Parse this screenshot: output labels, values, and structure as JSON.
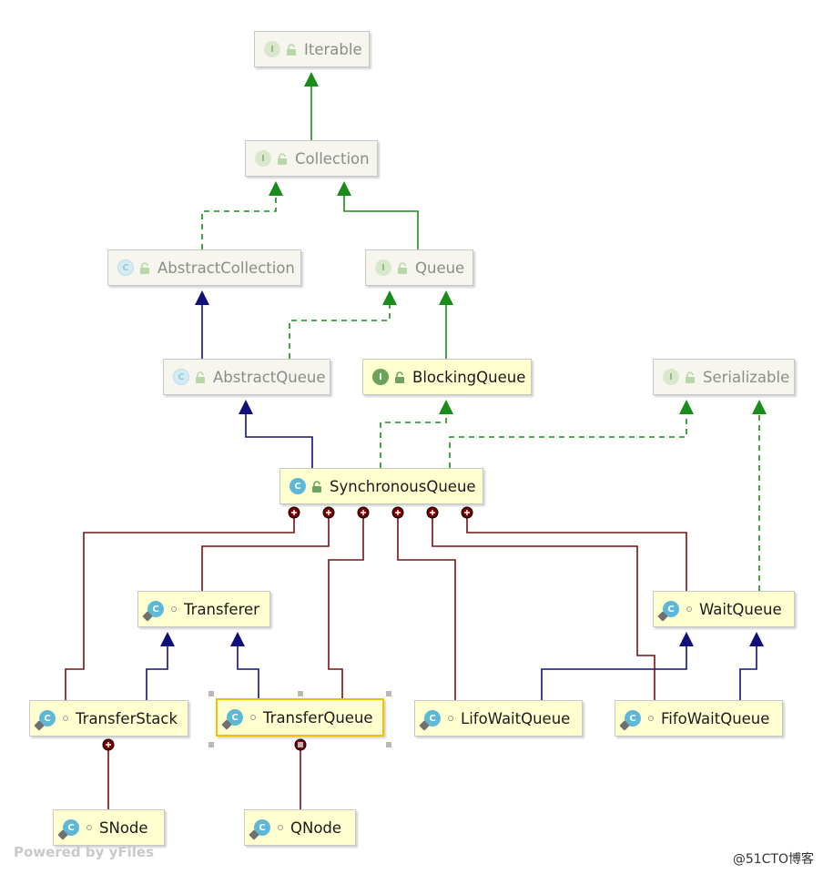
{
  "diagram": {
    "nodes": [
      {
        "id": "iterable",
        "label": "Iterable",
        "kind": "interface",
        "visibility": "public",
        "style": "faded"
      },
      {
        "id": "collection",
        "label": "Collection",
        "kind": "interface",
        "visibility": "public",
        "style": "faded"
      },
      {
        "id": "abstractcollection",
        "label": "AbstractCollection",
        "kind": "abstract-class",
        "visibility": "public",
        "style": "faded"
      },
      {
        "id": "queue",
        "label": "Queue",
        "kind": "interface",
        "visibility": "public",
        "style": "faded"
      },
      {
        "id": "abstractqueue",
        "label": "AbstractQueue",
        "kind": "abstract-class",
        "visibility": "public",
        "style": "faded"
      },
      {
        "id": "blockingqueue",
        "label": "BlockingQueue",
        "kind": "interface",
        "visibility": "public",
        "style": "bright"
      },
      {
        "id": "serializable",
        "label": "Serializable",
        "kind": "interface",
        "visibility": "public",
        "style": "faded"
      },
      {
        "id": "synchronousqueue",
        "label": "SynchronousQueue",
        "kind": "class",
        "visibility": "public",
        "style": "bright"
      },
      {
        "id": "transferer",
        "label": "Transferer",
        "kind": "inner-class",
        "visibility": "package",
        "style": "bright"
      },
      {
        "id": "waitqueue",
        "label": "WaitQueue",
        "kind": "inner-class",
        "visibility": "package",
        "style": "bright"
      },
      {
        "id": "transferstack",
        "label": "TransferStack",
        "kind": "inner-class",
        "visibility": "package",
        "style": "bright"
      },
      {
        "id": "transferqueue",
        "label": "TransferQueue",
        "kind": "inner-class",
        "visibility": "package",
        "style": "bright",
        "selected": true
      },
      {
        "id": "lifowaitqueue",
        "label": "LifoWaitQueue",
        "kind": "inner-class",
        "visibility": "package",
        "style": "bright"
      },
      {
        "id": "fifowaitqueue",
        "label": "FifoWaitQueue",
        "kind": "inner-class",
        "visibility": "package",
        "style": "bright"
      },
      {
        "id": "snode",
        "label": "SNode",
        "kind": "inner-class",
        "visibility": "package",
        "style": "bright"
      },
      {
        "id": "qnode",
        "label": "QNode",
        "kind": "inner-class",
        "visibility": "package",
        "style": "bright"
      }
    ],
    "edges": [
      {
        "from": "collection",
        "to": "iterable",
        "type": "extends"
      },
      {
        "from": "abstractcollection",
        "to": "collection",
        "type": "implements"
      },
      {
        "from": "queue",
        "to": "collection",
        "type": "extends"
      },
      {
        "from": "abstractqueue",
        "to": "abstractcollection",
        "type": "class-extends"
      },
      {
        "from": "abstractqueue",
        "to": "queue",
        "type": "implements"
      },
      {
        "from": "blockingqueue",
        "to": "queue",
        "type": "extends"
      },
      {
        "from": "synchronousqueue",
        "to": "abstractqueue",
        "type": "class-extends"
      },
      {
        "from": "synchronousqueue",
        "to": "blockingqueue",
        "type": "implements"
      },
      {
        "from": "synchronousqueue",
        "to": "serializable",
        "type": "implements"
      },
      {
        "from": "waitqueue",
        "to": "serializable",
        "type": "implements"
      },
      {
        "from": "transferstack",
        "to": "transferer",
        "type": "class-extends"
      },
      {
        "from": "transferqueue",
        "to": "transferer",
        "type": "class-extends"
      },
      {
        "from": "lifowaitqueue",
        "to": "waitqueue",
        "type": "class-extends"
      },
      {
        "from": "fifowaitqueue",
        "to": "waitqueue",
        "type": "class-extends"
      },
      {
        "from": "synchronousqueue",
        "to": "transferstack",
        "type": "inner"
      },
      {
        "from": "synchronousqueue",
        "to": "transferer",
        "type": "inner"
      },
      {
        "from": "synchronousqueue",
        "to": "transferqueue",
        "type": "inner"
      },
      {
        "from": "synchronousqueue",
        "to": "lifowaitqueue",
        "type": "inner"
      },
      {
        "from": "synchronousqueue",
        "to": "fifowaitqueue",
        "type": "inner"
      },
      {
        "from": "synchronousqueue",
        "to": "waitqueue",
        "type": "inner"
      },
      {
        "from": "transferstack",
        "to": "snode",
        "type": "inner"
      },
      {
        "from": "transferqueue",
        "to": "qnode",
        "type": "inner"
      }
    ],
    "colors": {
      "extends": "#1a8c1a",
      "class_extends": "#10107a",
      "inner": "#7a1010",
      "node_bright": "#ffffcf",
      "node_faded": "#f6f6ee",
      "selection": "#f5c000"
    }
  },
  "footer": {
    "credit": "Powered by yFiles",
    "watermark": "@51CTO博客"
  }
}
